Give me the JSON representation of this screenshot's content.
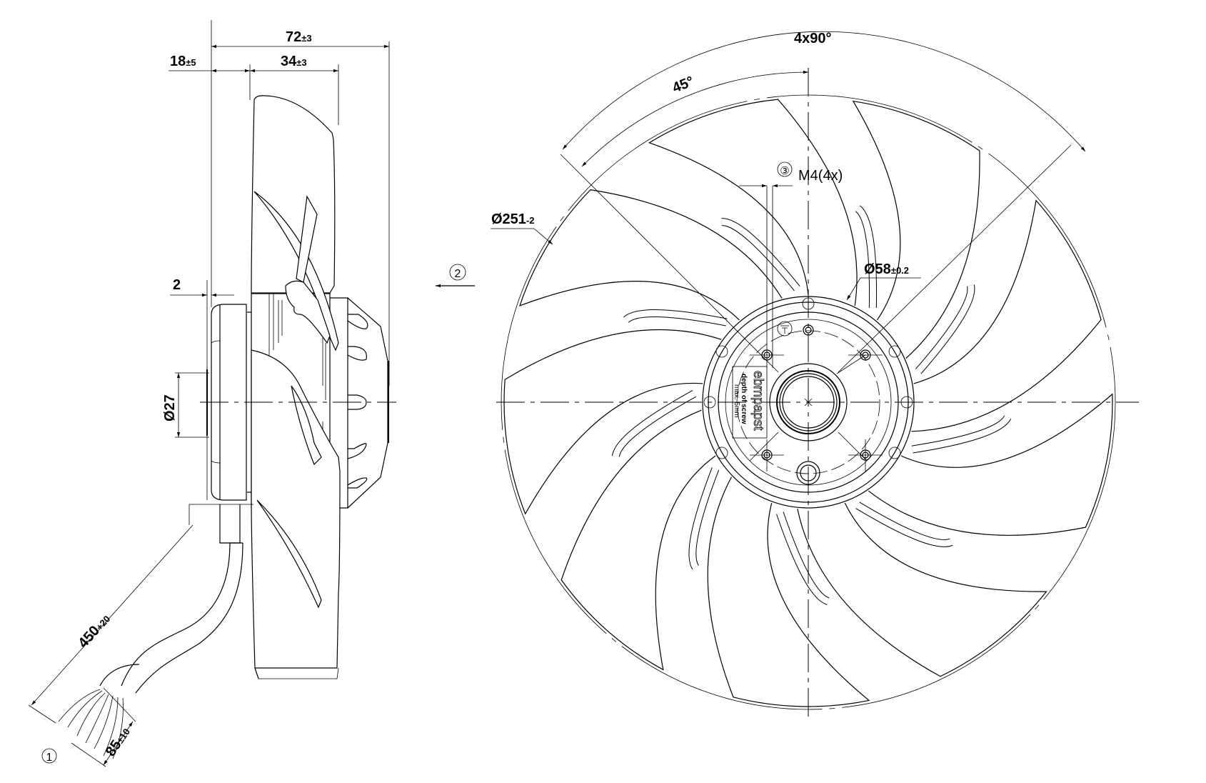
{
  "drawing": {
    "title": "Axial fan dimensional drawing",
    "side_view": {
      "dim_overall": {
        "value": "72",
        "tol": "±3"
      },
      "dim_cable_offset": {
        "value": "18",
        "tol": "±5"
      },
      "dim_blade_depth": {
        "value": "34",
        "tol": "±3"
      },
      "dim_flange": {
        "value": "2"
      },
      "dim_shaft": {
        "value": "Ø27"
      },
      "dim_cable_length": {
        "value": "450",
        "tol": "+20"
      },
      "dim_strip_length": {
        "value": "85",
        "tol": "±10"
      },
      "callout_cable": "①"
    },
    "front_view": {
      "dim_pattern": "4x90°",
      "dim_angle": "45°",
      "dim_diameter": {
        "value": "Ø251",
        "tol": "-2"
      },
      "dim_hub": {
        "value": "Ø58",
        "tol": "±0.2"
      },
      "dim_thread": "M4(4x)",
      "callout_thread": "③",
      "callout_airflow": "②",
      "label_brand": "ebmpapst",
      "label_depth_1": "depth of screw",
      "label_depth_2": "max. 5mm",
      "ground_symbol": "earth-ground"
    }
  }
}
